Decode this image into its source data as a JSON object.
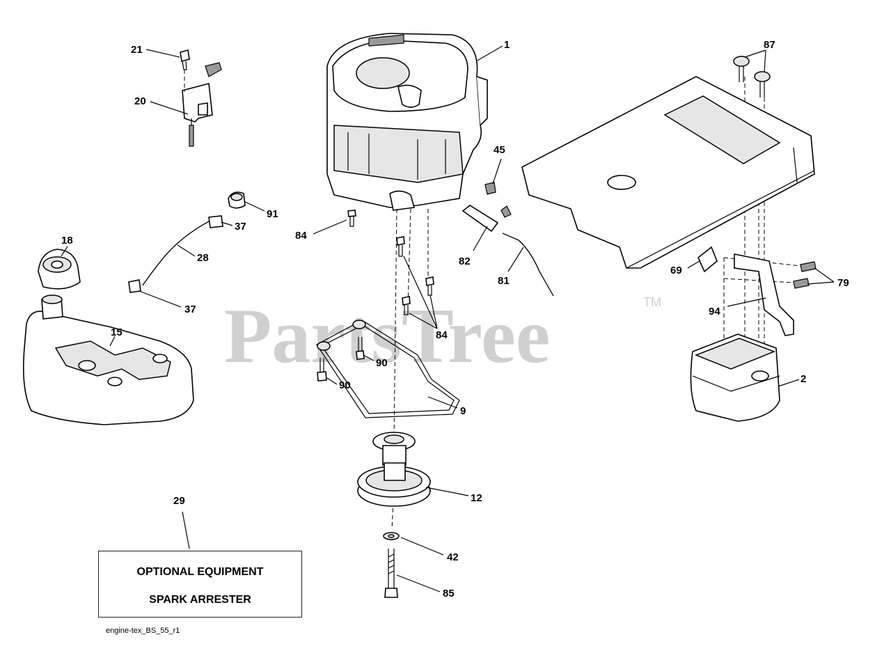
{
  "diagram": {
    "watermark": "PartsTree",
    "trademark": "TM",
    "optional_box": {
      "line1": "OPTIONAL EQUIPMENT",
      "line2": "SPARK ARRESTER"
    },
    "footer": "engine-tex_BS_55_r1",
    "callouts": {
      "c1": "1",
      "c2": "2",
      "c9": "9",
      "c12": "12",
      "c15": "15",
      "c18": "18",
      "c20": "20",
      "c21": "21",
      "c28": "28",
      "c29": "29",
      "c37a": "37",
      "c37b": "37",
      "c42": "42",
      "c45": "45",
      "c69": "69",
      "c79": "79",
      "c81": "81",
      "c82": "82",
      "c84a": "84",
      "c84b": "84",
      "c85": "85",
      "c87": "87",
      "c90a": "90",
      "c90b": "90",
      "c91": "91",
      "c94": "94"
    }
  }
}
